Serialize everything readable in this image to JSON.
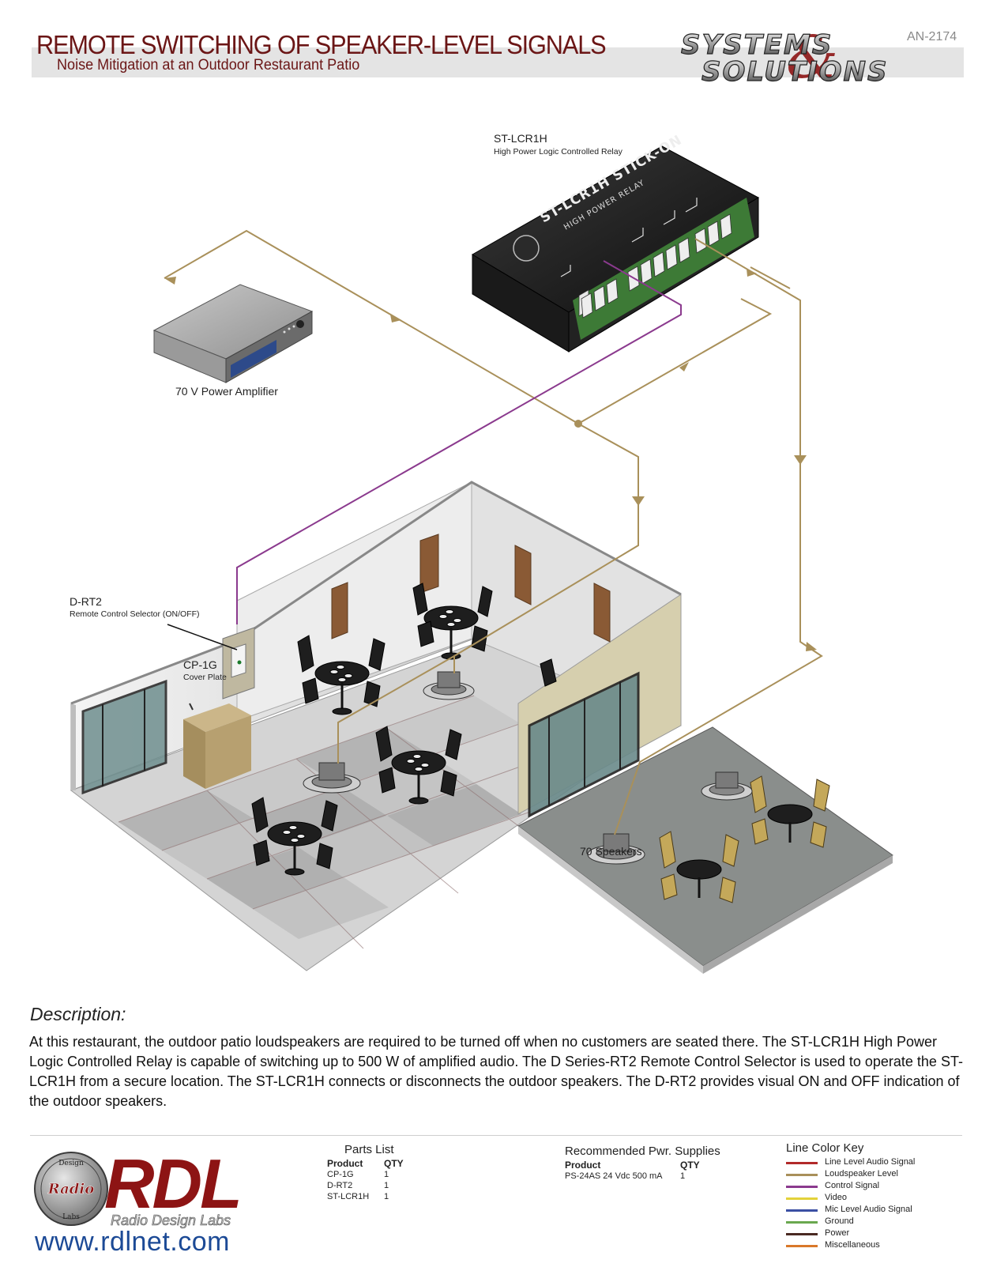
{
  "header": {
    "title": "REMOTE SWITCHING OF SPEAKER-LEVEL SIGNALS",
    "subtitle": "Noise Mitigation at an Outdoor Restaurant Patio",
    "app_note": "AN-2174",
    "brand_line1": "SYSTEMS",
    "brand_line2": "SOLUTIONS",
    "brand_amp": "&"
  },
  "diagram": {
    "relay": {
      "name": "ST-LCR1H",
      "desc": "High Power Logic Controlled Relay",
      "face_title": "ST-LCR1H STICK-ON",
      "face_subtitle": "HIGH POWER RELAY"
    },
    "amplifier": {
      "label": "70 V Power Amplifier"
    },
    "selector": {
      "name": "D-RT2",
      "desc": "Remote Control Selector (ON/OFF)"
    },
    "cover_plate": {
      "name": "CP-1G",
      "desc": "Cover Plate"
    },
    "speakers": {
      "label": "70 Speakers"
    }
  },
  "description": {
    "heading": "Description:",
    "body": "At this restaurant, the outdoor patio loudspeakers are required to be turned off when no customers are seated there. The ST-LCR1H High Power Logic Controlled Relay is capable of switching up to 500 W of amplified audio. The D Series-RT2 Remote Control Selector is used to operate the ST-LCR1H from a secure location.  The ST-LCR1H connects or disconnects the outdoor speakers. The D-RT2 provides visual ON and OFF indication of the outdoor speakers."
  },
  "footer": {
    "logo_text": "RDL",
    "logo_subtext": "Radio Design Labs",
    "seal_top": "Design",
    "seal_mid": "Radio",
    "seal_bottom": "Labs",
    "url": "www.rdlnet.com",
    "parts_list": {
      "title": "Parts List",
      "headers": [
        "Product",
        "QTY"
      ],
      "rows": [
        [
          "CP-1G",
          "1"
        ],
        [
          "D-RT2",
          "1"
        ],
        [
          "ST-LCR1H",
          "1"
        ]
      ]
    },
    "power_supplies": {
      "title": "Recommended Pwr. Supplies",
      "headers": [
        "Product",
        "QTY"
      ],
      "rows": [
        [
          "PS-24AS 24 Vdc 500 mA",
          "1"
        ]
      ]
    },
    "line_color_key": {
      "title": "Line Color Key",
      "items": [
        {
          "label": "Line Level Audio Signal",
          "color": "#b22a2a"
        },
        {
          "label": "Loudspeaker Level",
          "color": "#a9905a"
        },
        {
          "label": "Control Signal",
          "color": "#8b3a8e"
        },
        {
          "label": "Video",
          "color": "#e3d23a"
        },
        {
          "label": "Mic Level Audio Signal",
          "color": "#3b4fa3"
        },
        {
          "label": "Ground",
          "color": "#6aa84f"
        },
        {
          "label": "Power",
          "color": "#4a2a22"
        },
        {
          "label": "Miscellaneous",
          "color": "#d9782a"
        }
      ]
    }
  },
  "colors": {
    "title_red": "#6b1616",
    "loudspeaker_wire": "#a9905a",
    "control_wire": "#8b3a8e",
    "url_blue": "#1c4a96"
  }
}
